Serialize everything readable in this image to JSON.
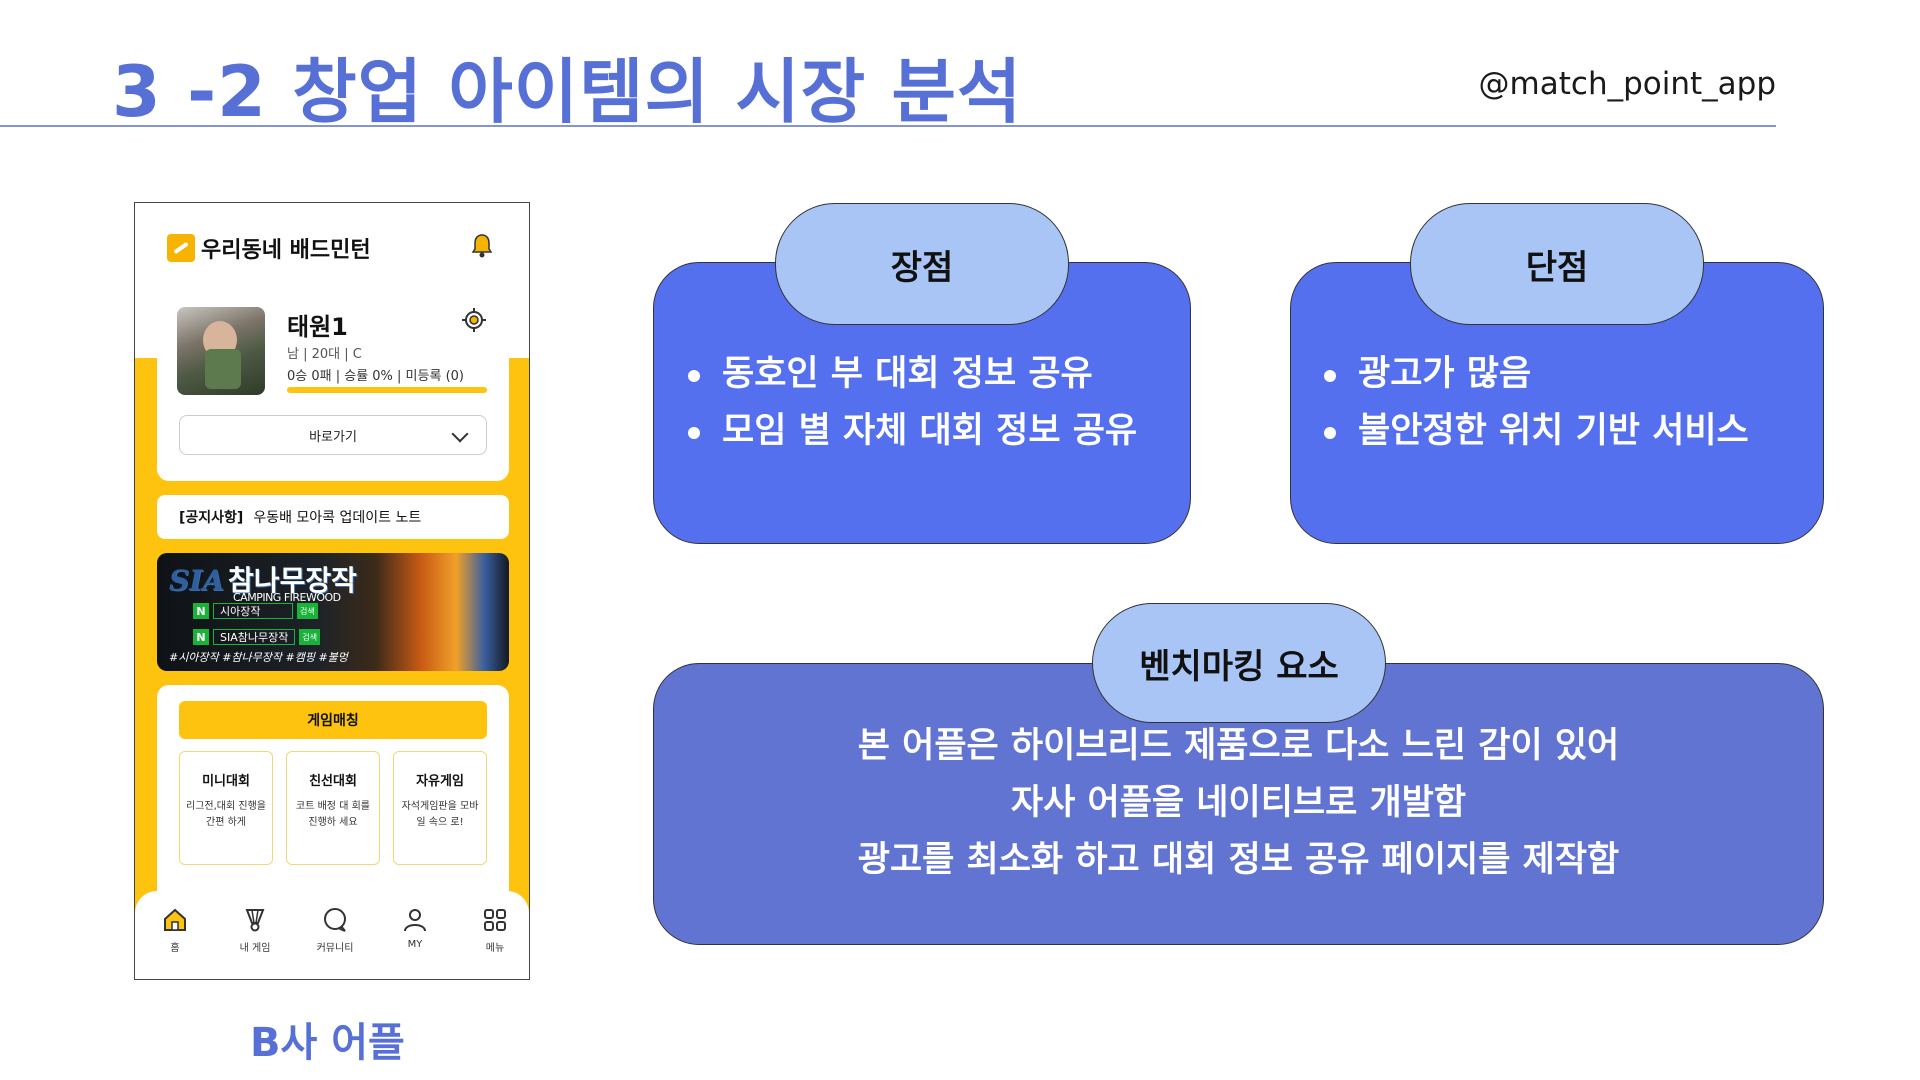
{
  "slide": {
    "title": "3 -2 창업 아이템의 시장 분석",
    "handle": "@match_point_app"
  },
  "phone": {
    "app_name": "우리동네 배드민턴",
    "profile": {
      "name": "태원1",
      "meta1": "남 | 20대 | C",
      "meta2": "0승 0패 | 승률 0% | 미등록 (0)",
      "goto_label": "바로가기"
    },
    "notice": {
      "tag": "[공지사항]",
      "text": "우동배 모아콕 업데이트 노트"
    },
    "ad": {
      "brand": "SIA",
      "title": "참나무장작",
      "subtitle": "CAMPING FIREWOOD",
      "search1": "시아장작",
      "search2": "SIA참나무장작",
      "search_btn": "검색",
      "n_badge": "N",
      "tags": "#시아장작 #참나무장작 #캠핑 #불멍"
    },
    "game": {
      "match_button": "게임매칭",
      "options": [
        {
          "title": "미니대회",
          "desc": "리그전,대회 진행을 간편 하게"
        },
        {
          "title": "친선대회",
          "desc": "코트 배정 대 회를 진행하 세요"
        },
        {
          "title": "자유게임",
          "desc": "자석게임판을 모바일 속으 로!"
        }
      ]
    },
    "nav": [
      "홈",
      "내 게임",
      "커뮤니티",
      "MY",
      "메뉴"
    ],
    "caption": "B사 어플"
  },
  "pros": {
    "label": "장점",
    "items": [
      "동호인 부 대회 정보 공유",
      "모임 별 자체 대회 정보 공유"
    ]
  },
  "cons": {
    "label": "단점",
    "items": [
      "광고가 많음",
      "불안정한 위치 기반 서비스"
    ]
  },
  "benchmark": {
    "label": "벤치마킹 요소",
    "lines": [
      "본 어플은 하이브리드 제품으로 다소 느린 감이 있어",
      "자사 어플을 네이티브로 개발함",
      "광고를 최소화 하고 대회 정보 공유 페이지를 제작함"
    ]
  },
  "colors": {
    "title": "#5770D6",
    "card_blue": "#5470EE",
    "card_indigo": "#6174D2",
    "pill": "#A9C5F5",
    "app_yellow": "#FDC30F"
  }
}
